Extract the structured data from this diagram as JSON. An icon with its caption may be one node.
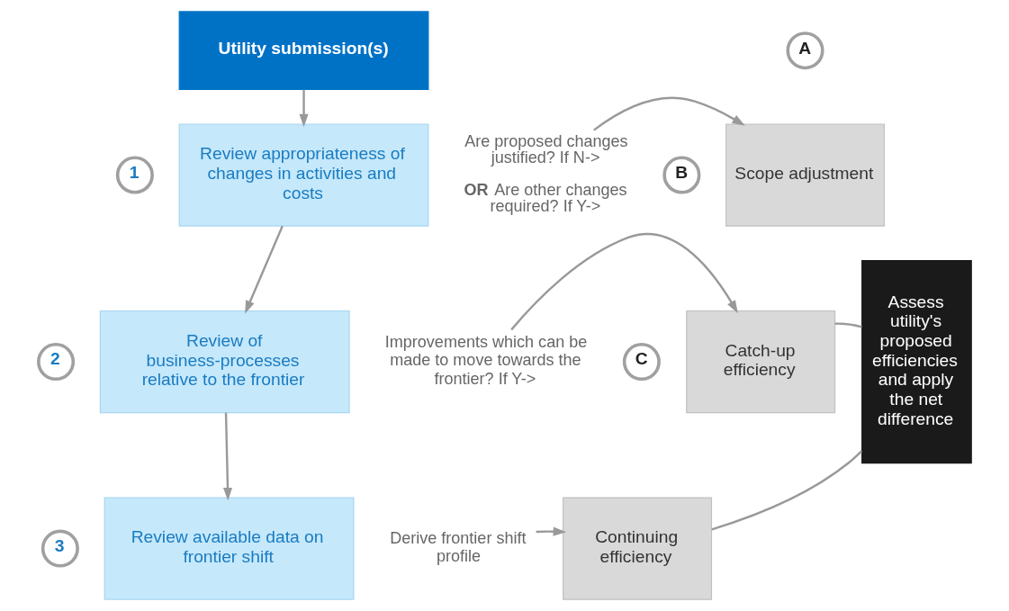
{
  "diagram": {
    "nodes": [
      {
        "text": [
          "Utility submission(s)"
        ]
      },
      {
        "text": [
          "1"
        ]
      },
      {
        "text": [
          "Review appropriateness of changes in activities and costs"
        ]
      },
      {
        "text": [
          "2"
        ]
      },
      {
        "text": [
          "Review of business-processes relative to the frontier"
        ]
      },
      {
        "text": [
          "3"
        ]
      },
      {
        "text": [
          "Review available data on frontier shift"
        ]
      },
      {
        "text": [
          "A"
        ]
      },
      {
        "text": [
          "Scope adjustment"
        ]
      },
      {
        "text": [
          "B"
        ]
      },
      {
        "text": [
          "Catch-up efficiency"
        ]
      },
      {
        "text": [
          "C"
        ]
      },
      {
        "text": [
          "Continuing efficiency"
        ]
      },
      {
        "text": [
          "Assess utility's proposed efficiencies and apply the net difference"
        ]
      },
      {
        "text": [
          "Are proposed changes justified? If N->",
          "**OR** Are other changes required? If Y->"
        ]
      },
      {
        "text": [
          "Improvements which can be made to move towards the frontier? If Y->"
        ]
      },
      {
        "text": [
          "Derive frontier shift profile"
        ]
      }
    ],
    "edges": [
      {
        "from": 0,
        "to": 2,
        "arrow": "to"
      },
      {
        "from": 2,
        "to": 4,
        "arrow": "to"
      },
      {
        "from": 4,
        "to": 6,
        "arrow": "to"
      },
      {
        "from": 14,
        "to": 8,
        "arrow": "to"
      },
      {
        "from": 15,
        "to": 10,
        "arrow": "to"
      },
      {
        "from": 16,
        "to": 12,
        "arrow": "to"
      },
      {
        "from": 10,
        "to": 13,
        "arrow": "none"
      },
      {
        "from": 12,
        "to": 13,
        "arrow": "none"
      }
    ]
  }
}
